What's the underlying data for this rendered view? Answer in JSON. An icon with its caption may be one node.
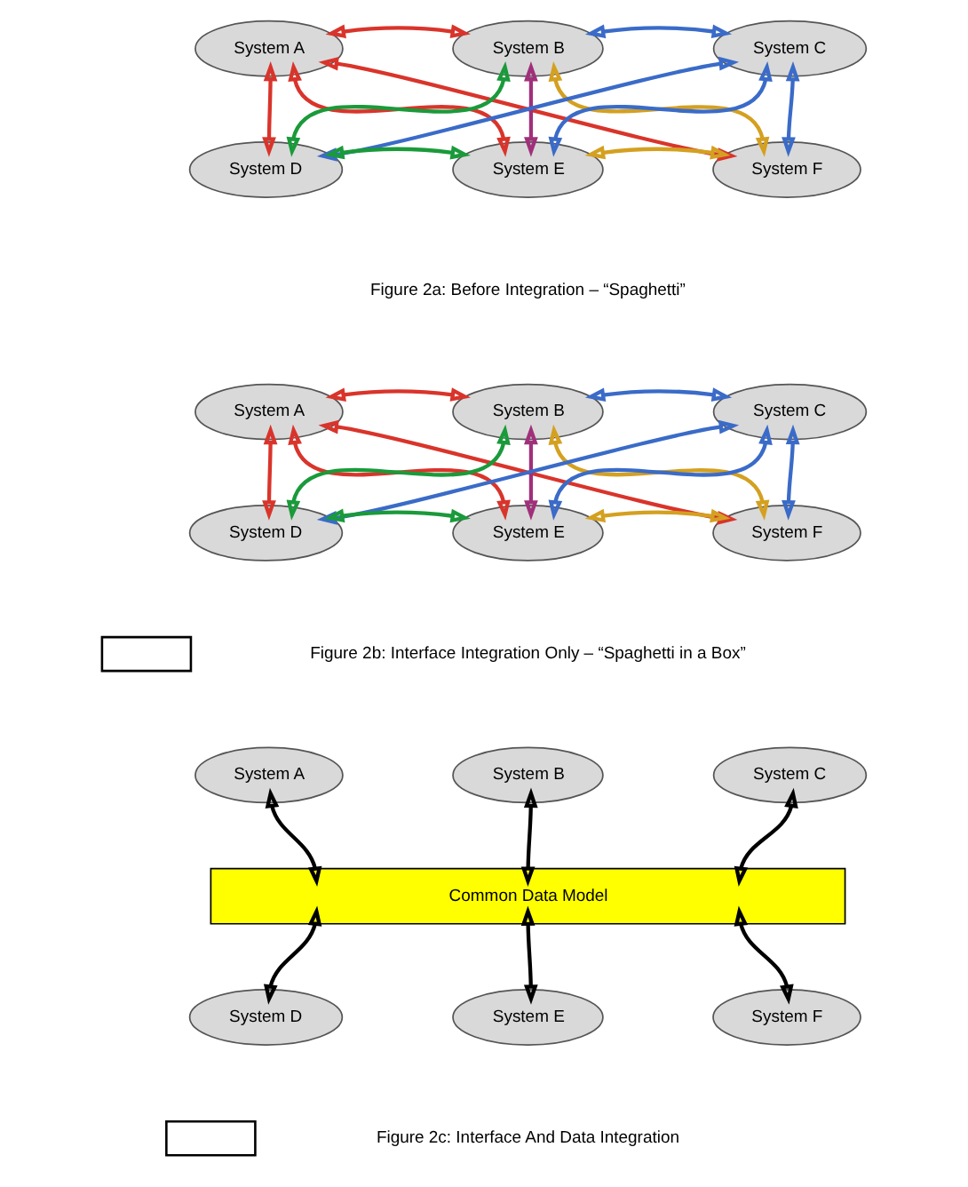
{
  "diagram": {
    "nodes": [
      {
        "text": [
          "System A"
        ]
      },
      {
        "text": [
          "System B"
        ]
      },
      {
        "text": [
          "System C"
        ]
      },
      {
        "text": [
          "System D"
        ]
      },
      {
        "text": [
          "System E"
        ]
      },
      {
        "text": [
          "System F"
        ]
      },
      {
        "text": [],
        "shape": "box"
      },
      {
        "text": [
          "System A"
        ]
      },
      {
        "text": [
          "System B"
        ]
      },
      {
        "text": [
          "System C"
        ]
      },
      {
        "text": [
          "System D"
        ]
      },
      {
        "text": [
          "System E"
        ]
      },
      {
        "text": [
          "System F"
        ]
      },
      {
        "text": [],
        "shape": "box"
      },
      {
        "text": [
          "System A"
        ]
      },
      {
        "text": [
          "System B"
        ]
      },
      {
        "text": [
          "System C"
        ]
      },
      {
        "text": [
          "Common Data Model"
        ]
      },
      {
        "text": [
          "System D"
        ]
      },
      {
        "text": [
          "System E"
        ]
      },
      {
        "text": [
          "System F"
        ]
      }
    ],
    "edges": [
      {
        "from": 0,
        "to": 1,
        "arrow": "both",
        "color": "#d9342b"
      },
      {
        "from": 0,
        "to": 3,
        "arrow": "both",
        "color": "#d9342b"
      },
      {
        "from": 0,
        "to": 4,
        "arrow": "both",
        "color": "#d9342b"
      },
      {
        "from": 0,
        "to": 5,
        "arrow": "both",
        "color": "#d9342b"
      },
      {
        "from": 1,
        "to": 2,
        "arrow": "both",
        "color": "#3a6bc8"
      },
      {
        "from": 1,
        "to": 3,
        "arrow": "both",
        "color": "#1a9a3a"
      },
      {
        "from": 1,
        "to": 4,
        "arrow": "both",
        "color": "#a0307a"
      },
      {
        "from": 1,
        "to": 5,
        "arrow": "both",
        "color": "#d4a020"
      },
      {
        "from": 2,
        "to": 3,
        "arrow": "both",
        "color": "#3a6bc8"
      },
      {
        "from": 2,
        "to": 4,
        "arrow": "both",
        "color": "#3a6bc8"
      },
      {
        "from": 2,
        "to": 5,
        "arrow": "both",
        "color": "#3a6bc8"
      },
      {
        "from": 3,
        "to": 4,
        "arrow": "both",
        "color": "#1a9a3a"
      },
      {
        "from": 4,
        "to": 5,
        "arrow": "both",
        "color": "#d4a020"
      },
      {
        "from": 7,
        "to": 8,
        "arrow": "both",
        "color": "#d9342b"
      },
      {
        "from": 7,
        "to": 10,
        "arrow": "both",
        "color": "#d9342b"
      },
      {
        "from": 7,
        "to": 11,
        "arrow": "both",
        "color": "#d9342b"
      },
      {
        "from": 7,
        "to": 12,
        "arrow": "both",
        "color": "#d9342b"
      },
      {
        "from": 8,
        "to": 9,
        "arrow": "both",
        "color": "#3a6bc8"
      },
      {
        "from": 8,
        "to": 10,
        "arrow": "both",
        "color": "#1a9a3a"
      },
      {
        "from": 8,
        "to": 11,
        "arrow": "both",
        "color": "#a0307a"
      },
      {
        "from": 8,
        "to": 12,
        "arrow": "both",
        "color": "#d4a020"
      },
      {
        "from": 9,
        "to": 10,
        "arrow": "both",
        "color": "#3a6bc8"
      },
      {
        "from": 9,
        "to": 11,
        "arrow": "both",
        "color": "#3a6bc8"
      },
      {
        "from": 9,
        "to": 12,
        "arrow": "both",
        "color": "#3a6bc8"
      },
      {
        "from": 10,
        "to": 11,
        "arrow": "both",
        "color": "#1a9a3a"
      },
      {
        "from": 11,
        "to": 12,
        "arrow": "both",
        "color": "#d4a020"
      },
      {
        "from": 14,
        "to": 17,
        "arrow": "both",
        "color": "#000000"
      },
      {
        "from": 15,
        "to": 17,
        "arrow": "both",
        "color": "#000000"
      },
      {
        "from": 16,
        "to": 17,
        "arrow": "both",
        "color": "#000000"
      },
      {
        "from": 18,
        "to": 17,
        "arrow": "both",
        "color": "#000000"
      },
      {
        "from": 19,
        "to": 17,
        "arrow": "both",
        "color": "#000000"
      },
      {
        "from": 20,
        "to": 17,
        "arrow": "both",
        "color": "#000000"
      }
    ],
    "labels": [
      "Figure 2a: Before Integration – “Spaghetti”",
      "Figure 2b: Interface Integration Only – “Spaghetti in a Box”",
      "Figure 2c: Interface And Data Integration"
    ]
  }
}
